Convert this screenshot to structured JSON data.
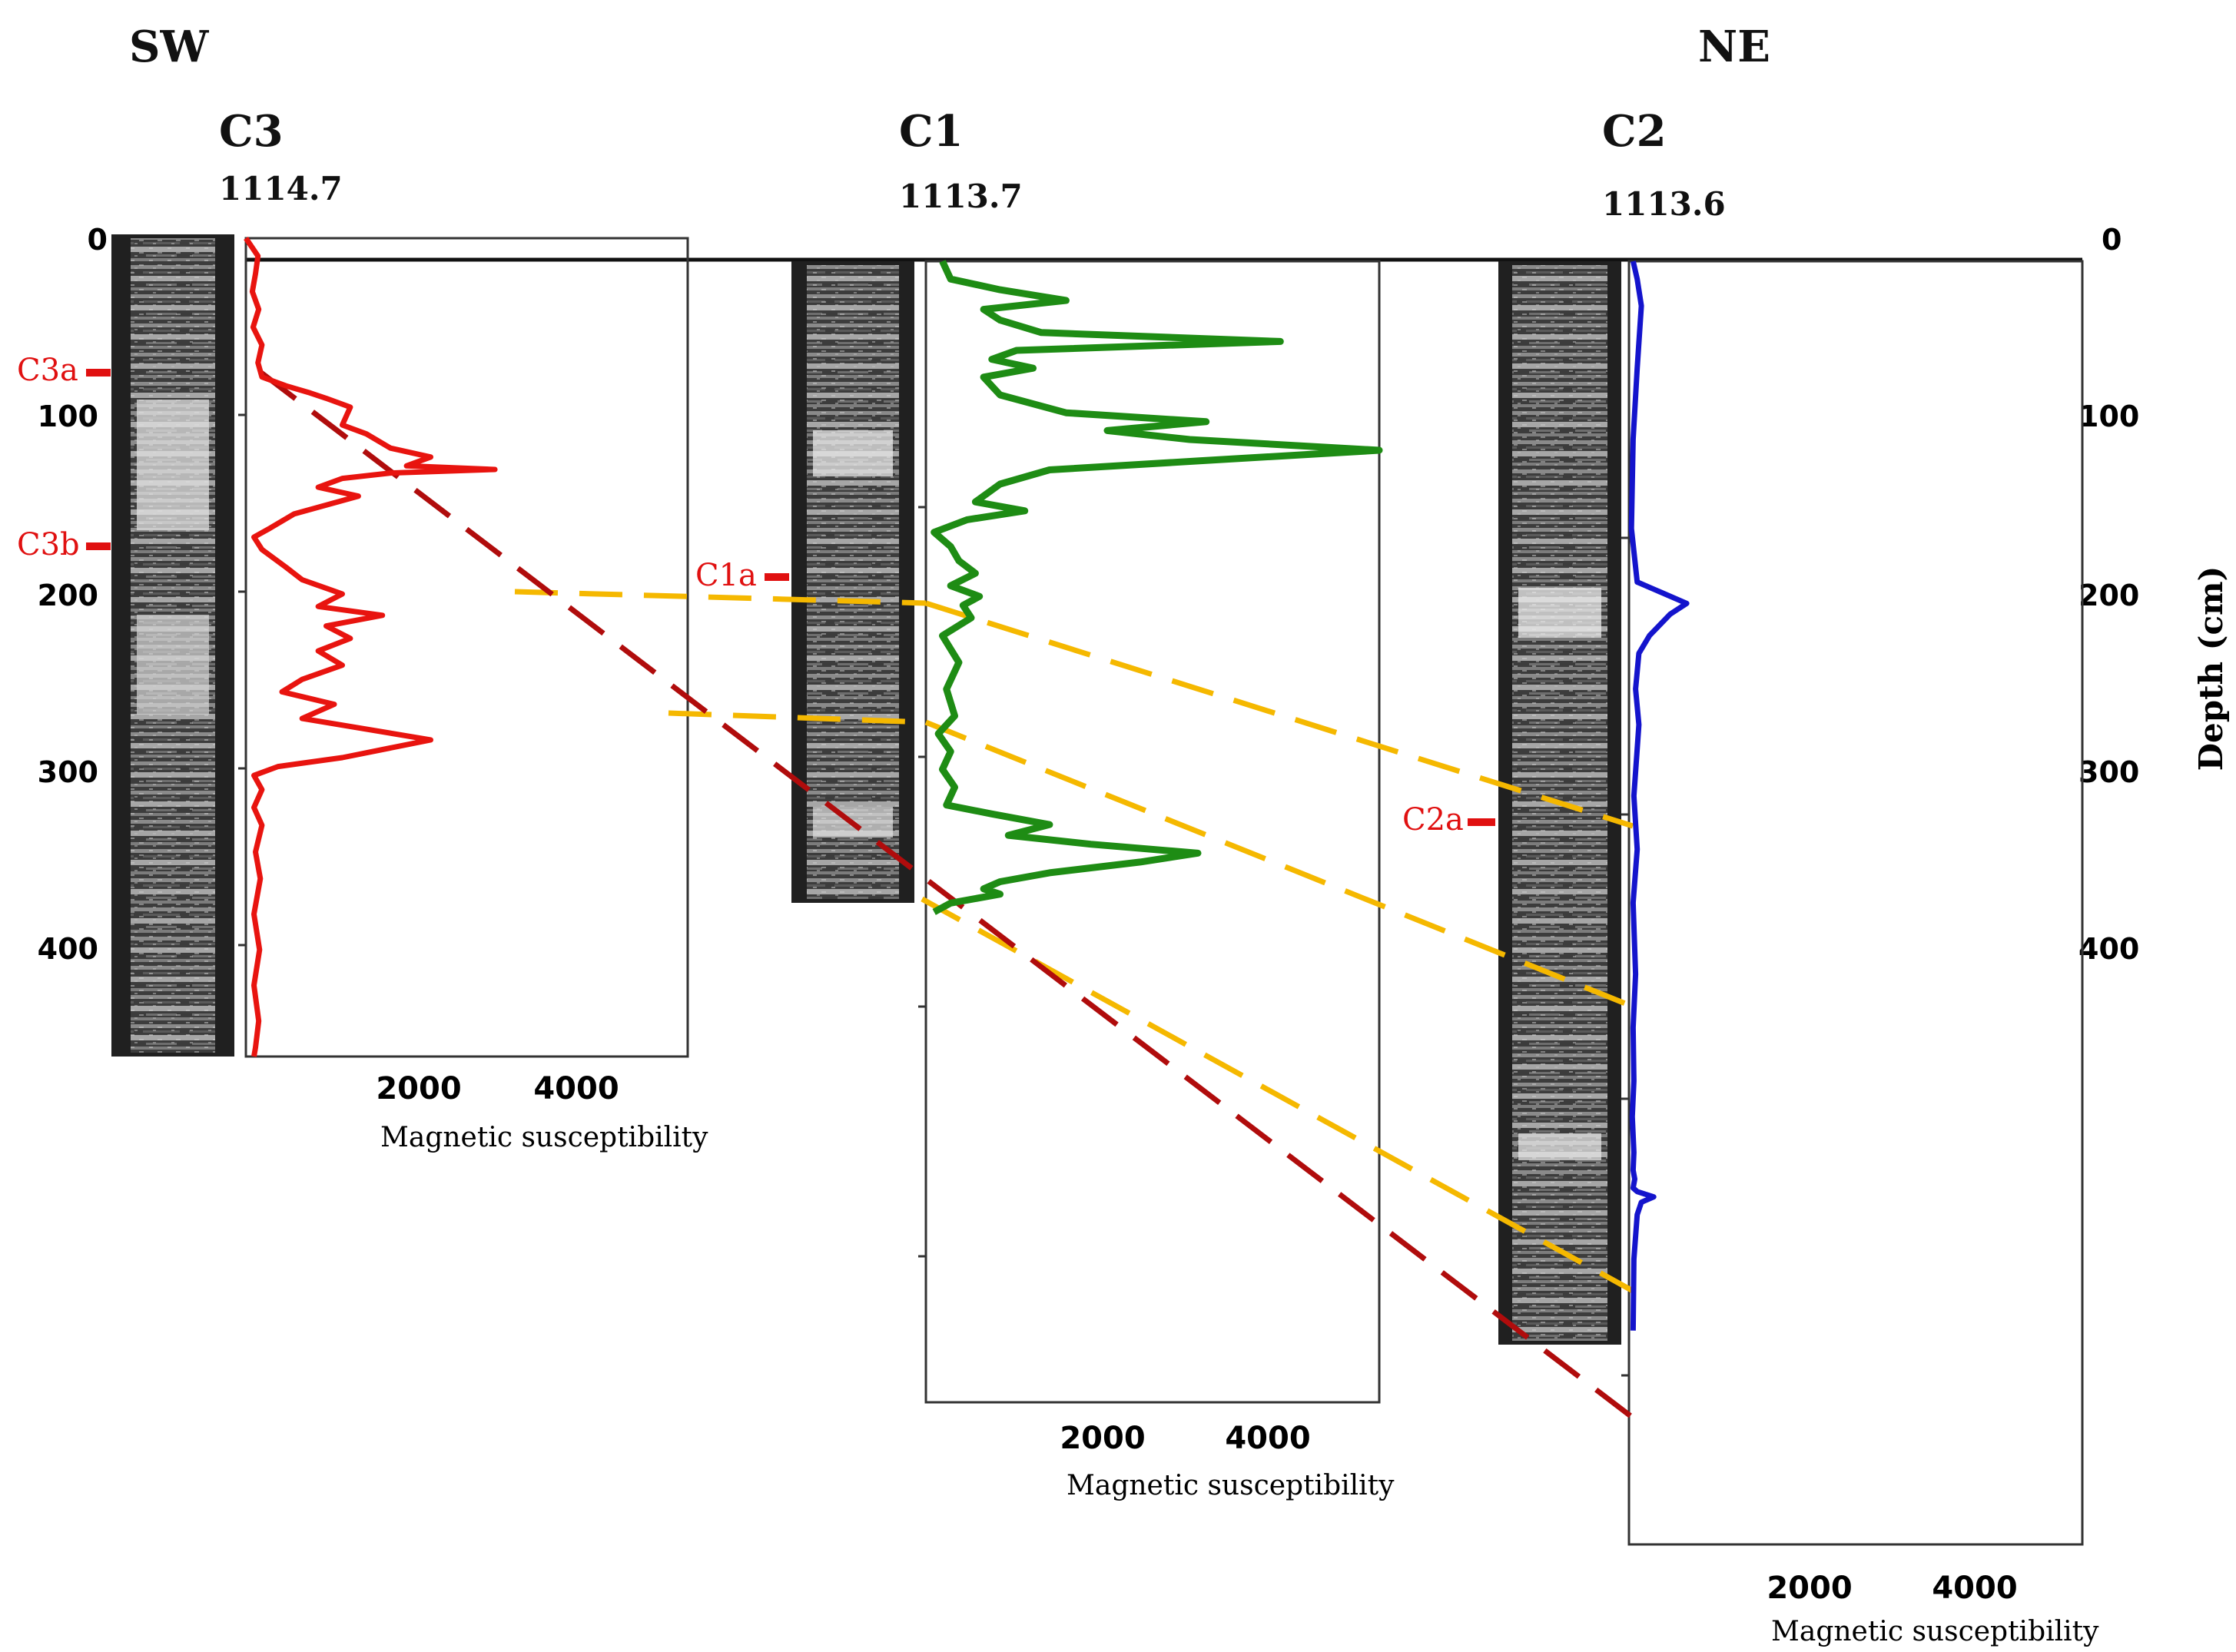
{
  "direction": {
    "left": "SW",
    "right": "NE"
  },
  "depth_axis": {
    "label": "Depth (cm)",
    "ticks": [
      "0",
      "100",
      "200",
      "300",
      "400"
    ]
  },
  "colors": {
    "C3": "#e8140f",
    "C1": "#1e8c14",
    "C2": "#1414cc",
    "correlation_yellow": "#f5b800",
    "correlation_red": "#b00c0c",
    "sample_marker": "#e01010",
    "frame": "#333333"
  },
  "chart_data": [
    {
      "type": "line",
      "core": "C3",
      "elevation": "1114.7",
      "xlabel": "Magnetic susceptibility",
      "xticks": [
        "2000",
        "4000"
      ],
      "xlim": [
        0,
        5500
      ],
      "ylim": [
        0,
        460
      ],
      "y_axis": "depth (cm), increasing downward",
      "samples": [
        {
          "label": "C3a",
          "depth": 75
        },
        {
          "label": "C3b",
          "depth": 172
        }
      ],
      "series": [
        {
          "x": [
            0,
            150,
            120,
            80,
            160,
            90,
            200,
            150,
            200,
            500,
            800,
            1000,
            1300,
            1200,
            1500,
            1800,
            2300,
            2000,
            3100,
            1800,
            1200,
            900,
            1400,
            600,
            300,
            100,
            200,
            500,
            700,
            1200,
            900,
            1700,
            1000,
            1300,
            900,
            1200,
            700,
            450,
            1100,
            700,
            2300,
            1200,
            400,
            100,
            200,
            100,
            200,
            120,
            180,
            100,
            170,
            100,
            160,
            120,
            100
          ],
          "y": [
            0,
            10,
            20,
            30,
            40,
            50,
            60,
            70,
            78,
            83,
            87,
            90,
            95,
            105,
            110,
            118,
            123,
            128,
            130,
            132,
            135,
            140,
            145,
            155,
            163,
            168,
            175,
            185,
            192,
            200,
            207,
            212,
            218,
            225,
            232,
            240,
            248,
            255,
            262,
            270,
            282,
            292,
            297,
            302,
            310,
            320,
            330,
            345,
            360,
            380,
            400,
            420,
            440,
            455,
            460
          ]
        }
      ]
    },
    {
      "type": "line",
      "core": "C1",
      "elevation": "1113.7",
      "xlabel": "Magnetic susceptibility",
      "xticks": [
        "2000",
        "4000"
      ],
      "xlim": [
        0,
        5500
      ],
      "ylim": [
        0,
        640
      ],
      "y_axis": "depth (cm), increasing downward",
      "samples": [
        {
          "label": "C1a",
          "depth": 177
        }
      ],
      "series": [
        {
          "x": [
            200,
            300,
            900,
            1700,
            700,
            900,
            1400,
            4300,
            1100,
            800,
            1300,
            700,
            900,
            1700,
            3400,
            2200,
            3200,
            5500,
            3300,
            1500,
            900,
            600,
            1200,
            500,
            100,
            300,
            400,
            600,
            300,
            650,
            450,
            550,
            200,
            400,
            250,
            350,
            150,
            300,
            200,
            350,
            250,
            800,
            1500,
            1000,
            2000,
            3300,
            2600,
            1500,
            900,
            700,
            900,
            300,
            100
          ],
          "y": [
            0,
            10,
            16,
            22,
            27,
            33,
            40,
            45,
            50,
            55,
            60,
            65,
            75,
            85,
            90,
            95,
            100,
            106,
            112,
            117,
            125,
            135,
            140,
            145,
            152,
            160,
            168,
            175,
            182,
            188,
            193,
            200,
            210,
            225,
            240,
            255,
            265,
            275,
            285,
            295,
            305,
            310,
            316,
            322,
            327,
            332,
            337,
            343,
            348,
            352,
            355,
            360,
            365
          ]
        }
      ]
    },
    {
      "type": "line",
      "core": "C2",
      "elevation": "1113.6",
      "xlabel": "Magnetic susceptibility",
      "xticks": [
        "2000",
        "4000"
      ],
      "xlim": [
        0,
        5500
      ],
      "ylim": [
        0,
        720
      ],
      "y_axis": "depth (cm), increasing downward",
      "samples": [
        {
          "label": "C2a",
          "depth": 315
        }
      ],
      "series": [
        {
          "x": [
            50,
            100,
            150,
            100,
            50,
            30,
            100,
            350,
            700,
            500,
            250,
            120,
            80,
            120,
            60,
            100,
            50,
            80,
            50,
            60,
            40,
            60,
            50,
            70,
            50,
            100,
            300,
            150,
            100,
            60,
            50
          ],
          "y": [
            0,
            10,
            25,
            60,
            100,
            150,
            180,
            185,
            192,
            198,
            210,
            220,
            240,
            260,
            300,
            330,
            360,
            400,
            430,
            460,
            480,
            500,
            510,
            515,
            520,
            522,
            525,
            528,
            535,
            560,
            600
          ]
        }
      ]
    }
  ]
}
